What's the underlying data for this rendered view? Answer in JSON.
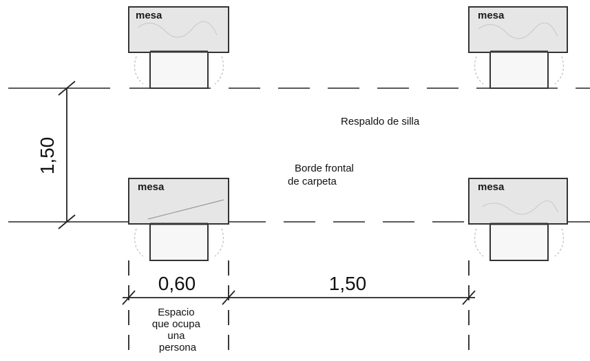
{
  "tables": {
    "top_left": "mesa",
    "top_right": "mesa",
    "bottom_left": "mesa",
    "bottom_right": "mesa"
  },
  "annotations": {
    "chair_back": "Respaldo de silla",
    "desk_edge_line1": "Borde frontal",
    "desk_edge_line2": "de carpeta"
  },
  "dimensions": {
    "vertical_row_spacing": "1,50",
    "person_width": "0,60",
    "horizontal_gap": "1,50"
  },
  "person_space_label": [
    "Espacio",
    "que ocupa",
    "una",
    "persona"
  ]
}
